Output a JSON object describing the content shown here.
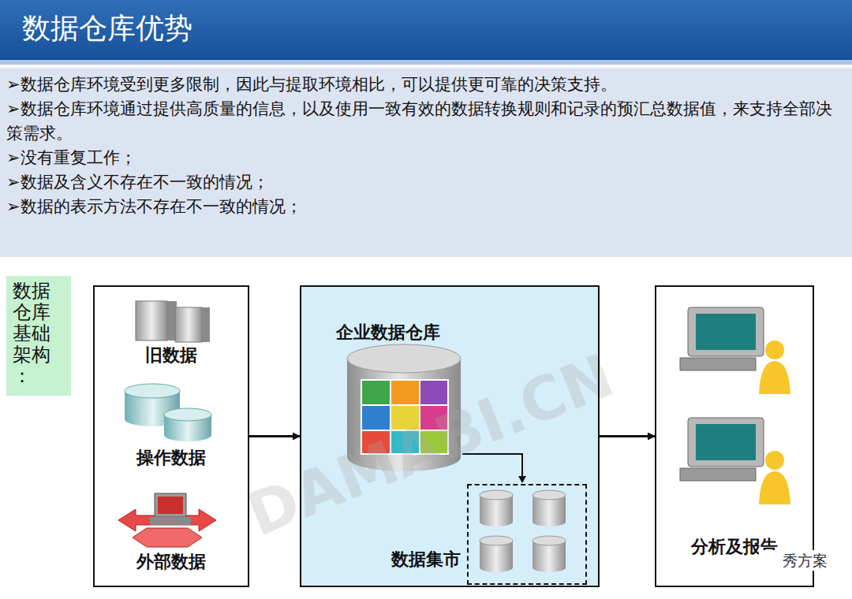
{
  "diagram": {
    "title": "数据仓库优势",
    "nodes": [
      {
        "text": [
          "数据仓库基础架构："
        ]
      },
      {
        "text": [
          "旧数据",
          "操作数据",
          "外部数据"
        ]
      },
      {
        "text": [
          "企业数据仓库"
        ]
      },
      {
        "text": [
          "数据集市"
        ],
        "in": 2
      },
      {
        "text": [
          "分析及报告"
        ]
      }
    ],
    "edges": [
      {
        "from": 1,
        "to": 2,
        "arrow": "to"
      },
      {
        "from": 2,
        "to": 4,
        "arrow": "to"
      }
    ],
    "labels": [
      "➢数据仓库环境受到更多限制，因此与提取环境相比，可以提供更可靠的决策支持。",
      "➢数据仓库环境通过提供高质量的信息，以及使用一致有效的数据转换规则和记录的预汇总数据值，来支持全部决策需求。",
      "➢没有重复工作；",
      "➢数据及含义不存在不一致的情况；",
      "➢数据的表示方法不存在不一致的情况；",
      "DAMABI.CN",
      "秀方案"
    ]
  }
}
